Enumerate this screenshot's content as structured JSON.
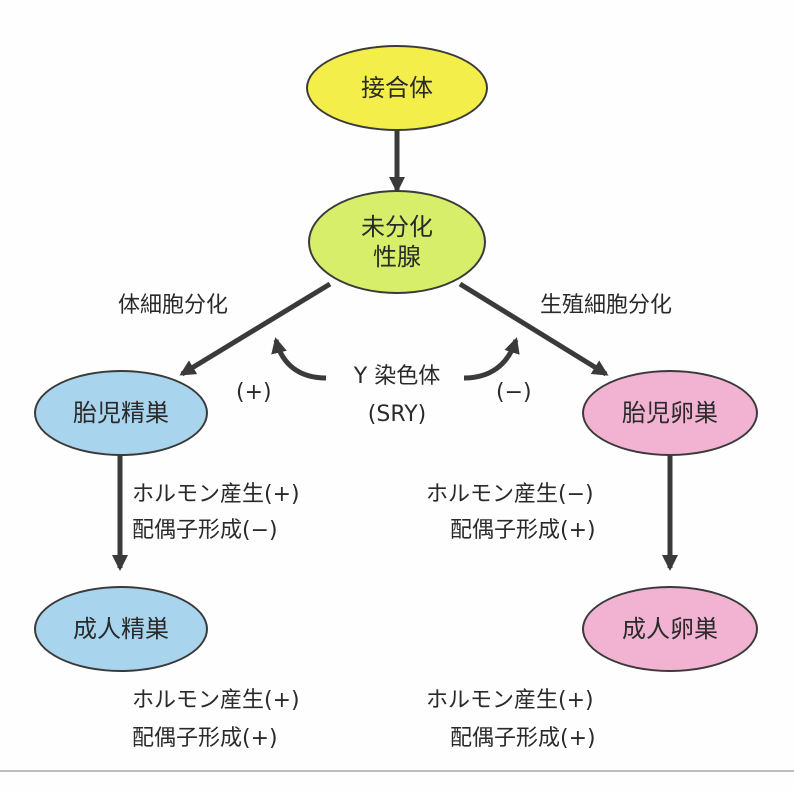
{
  "colors": {
    "zygote": "#f4ee4a",
    "undiff": "#d6ee6a",
    "testis": "#a9d4ee",
    "ovary": "#f2b3d2",
    "arrow": "#3a3a3a"
  },
  "nodes": {
    "zygote": "接合体",
    "undiff_line1": "未分化",
    "undiff_line2": "性腺",
    "fetal_testis": "胎児精巣",
    "fetal_ovary": "胎児卵巣",
    "adult_testis": "成人精巣",
    "adult_ovary": "成人卵巣"
  },
  "labels": {
    "somatic_diff": "体細胞分化",
    "germ_diff": "生殖細胞分化",
    "y_chrom": "Y 染色体",
    "sry": "(SRY)",
    "plus": "(+)",
    "minus": "(−)"
  },
  "outcomes": {
    "fetal_testis": [
      "ホルモン産生(+)",
      "配偶子形成(−)"
    ],
    "fetal_ovary": [
      "ホルモン産生(−)",
      "配偶子形成(+)"
    ],
    "adult_testis": [
      "ホルモン産生(+)",
      "配偶子形成(+)"
    ],
    "adult_ovary": [
      "ホルモン産生(+)",
      "配偶子形成(+)"
    ]
  }
}
